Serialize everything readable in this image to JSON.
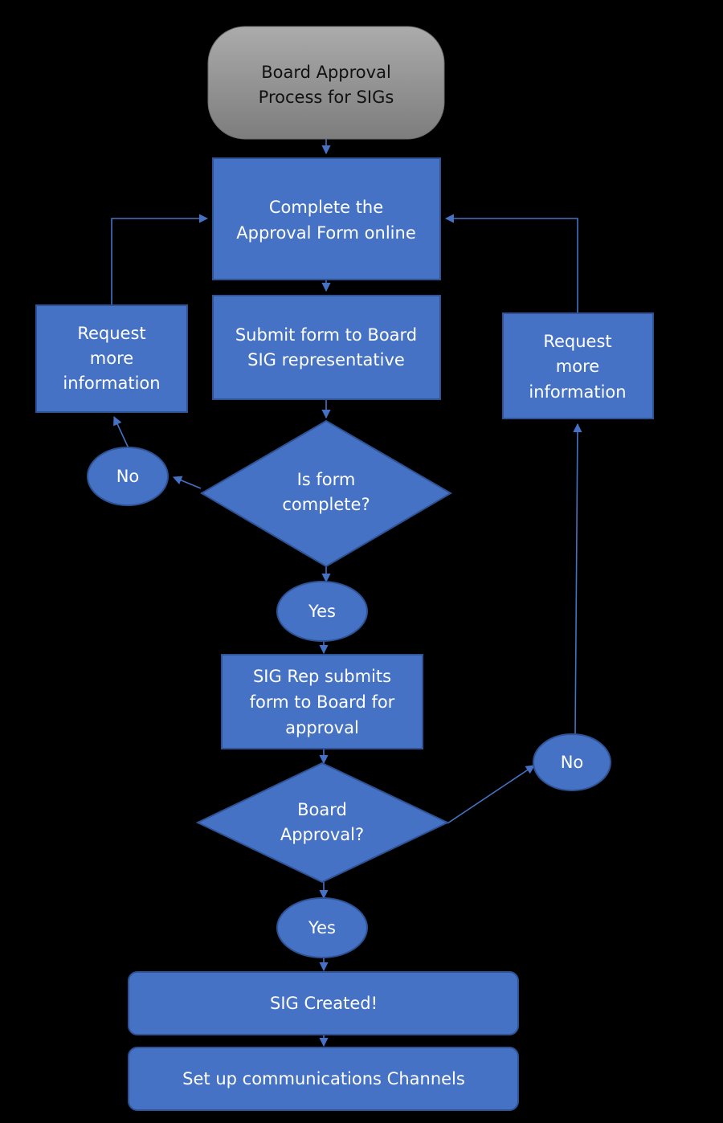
{
  "diagram": {
    "title": "Board Approval Process for SIGs",
    "type": "flowchart",
    "background_color": "#000000",
    "node_fill": "#4572C4",
    "node_stroke": "#2E5496",
    "node_text_color": "#FFFFFF",
    "title_fill_top": "#A6A6A6",
    "title_fill_bottom": "#7F7F7F",
    "title_text_color": "#111111",
    "connector_color": "#4572C4"
  },
  "nodes": {
    "title_node": {
      "label_line1": "Board Approval",
      "label_line2": "Process for SIGs",
      "shape": "rounded-rectangle"
    },
    "complete_form": {
      "label_line1": "Complete the",
      "label_line2": "Approval Form online",
      "shape": "rectangle"
    },
    "submit_form": {
      "label_line1": "Submit form to Board",
      "label_line2": "SIG representative",
      "shape": "rectangle"
    },
    "request_info_left": {
      "label_line1": "Request",
      "label_line2": "more",
      "label_line3": "information",
      "shape": "rectangle"
    },
    "request_info_right": {
      "label_line1": "Request",
      "label_line2": "more",
      "label_line3": "information",
      "shape": "rectangle"
    },
    "is_form_complete": {
      "label_line1": "Is form",
      "label_line2": "complete?",
      "shape": "diamond"
    },
    "no_form_incomplete": {
      "label": "No",
      "shape": "ellipse"
    },
    "yes_form_complete": {
      "label": "Yes",
      "shape": "ellipse"
    },
    "sig_rep_submits": {
      "label_line1": "SIG Rep submits",
      "label_line2": "form to Board for",
      "label_line3": "approval",
      "shape": "rectangle"
    },
    "board_approval": {
      "label_line1": "Board",
      "label_line2": "Approval?",
      "shape": "diamond"
    },
    "no_board_rejected": {
      "label": "No",
      "shape": "ellipse"
    },
    "yes_board_approved": {
      "label": "Yes",
      "shape": "ellipse"
    },
    "sig_created": {
      "label": "SIG Created!",
      "shape": "rounded-rectangle"
    },
    "set_up_comms": {
      "label": "Set up communications Channels",
      "shape": "rounded-rectangle"
    }
  },
  "edges": [
    {
      "from": "title_node",
      "to": "complete_form",
      "label": ""
    },
    {
      "from": "complete_form",
      "to": "submit_form",
      "label": ""
    },
    {
      "from": "submit_form",
      "to": "is_form_complete",
      "label": ""
    },
    {
      "from": "is_form_complete",
      "to": "no_form_incomplete",
      "label": "No"
    },
    {
      "from": "no_form_incomplete",
      "to": "request_info_left",
      "label": ""
    },
    {
      "from": "request_info_left",
      "to": "complete_form",
      "label": ""
    },
    {
      "from": "is_form_complete",
      "to": "yes_form_complete",
      "label": "Yes"
    },
    {
      "from": "yes_form_complete",
      "to": "sig_rep_submits",
      "label": ""
    },
    {
      "from": "sig_rep_submits",
      "to": "board_approval",
      "label": ""
    },
    {
      "from": "board_approval",
      "to": "no_board_rejected",
      "label": "No"
    },
    {
      "from": "no_board_rejected",
      "to": "request_info_right",
      "label": ""
    },
    {
      "from": "request_info_right",
      "to": "complete_form",
      "label": ""
    },
    {
      "from": "board_approval",
      "to": "yes_board_approved",
      "label": "Yes"
    },
    {
      "from": "yes_board_approved",
      "to": "sig_created",
      "label": ""
    },
    {
      "from": "sig_created",
      "to": "set_up_comms",
      "label": ""
    }
  ]
}
